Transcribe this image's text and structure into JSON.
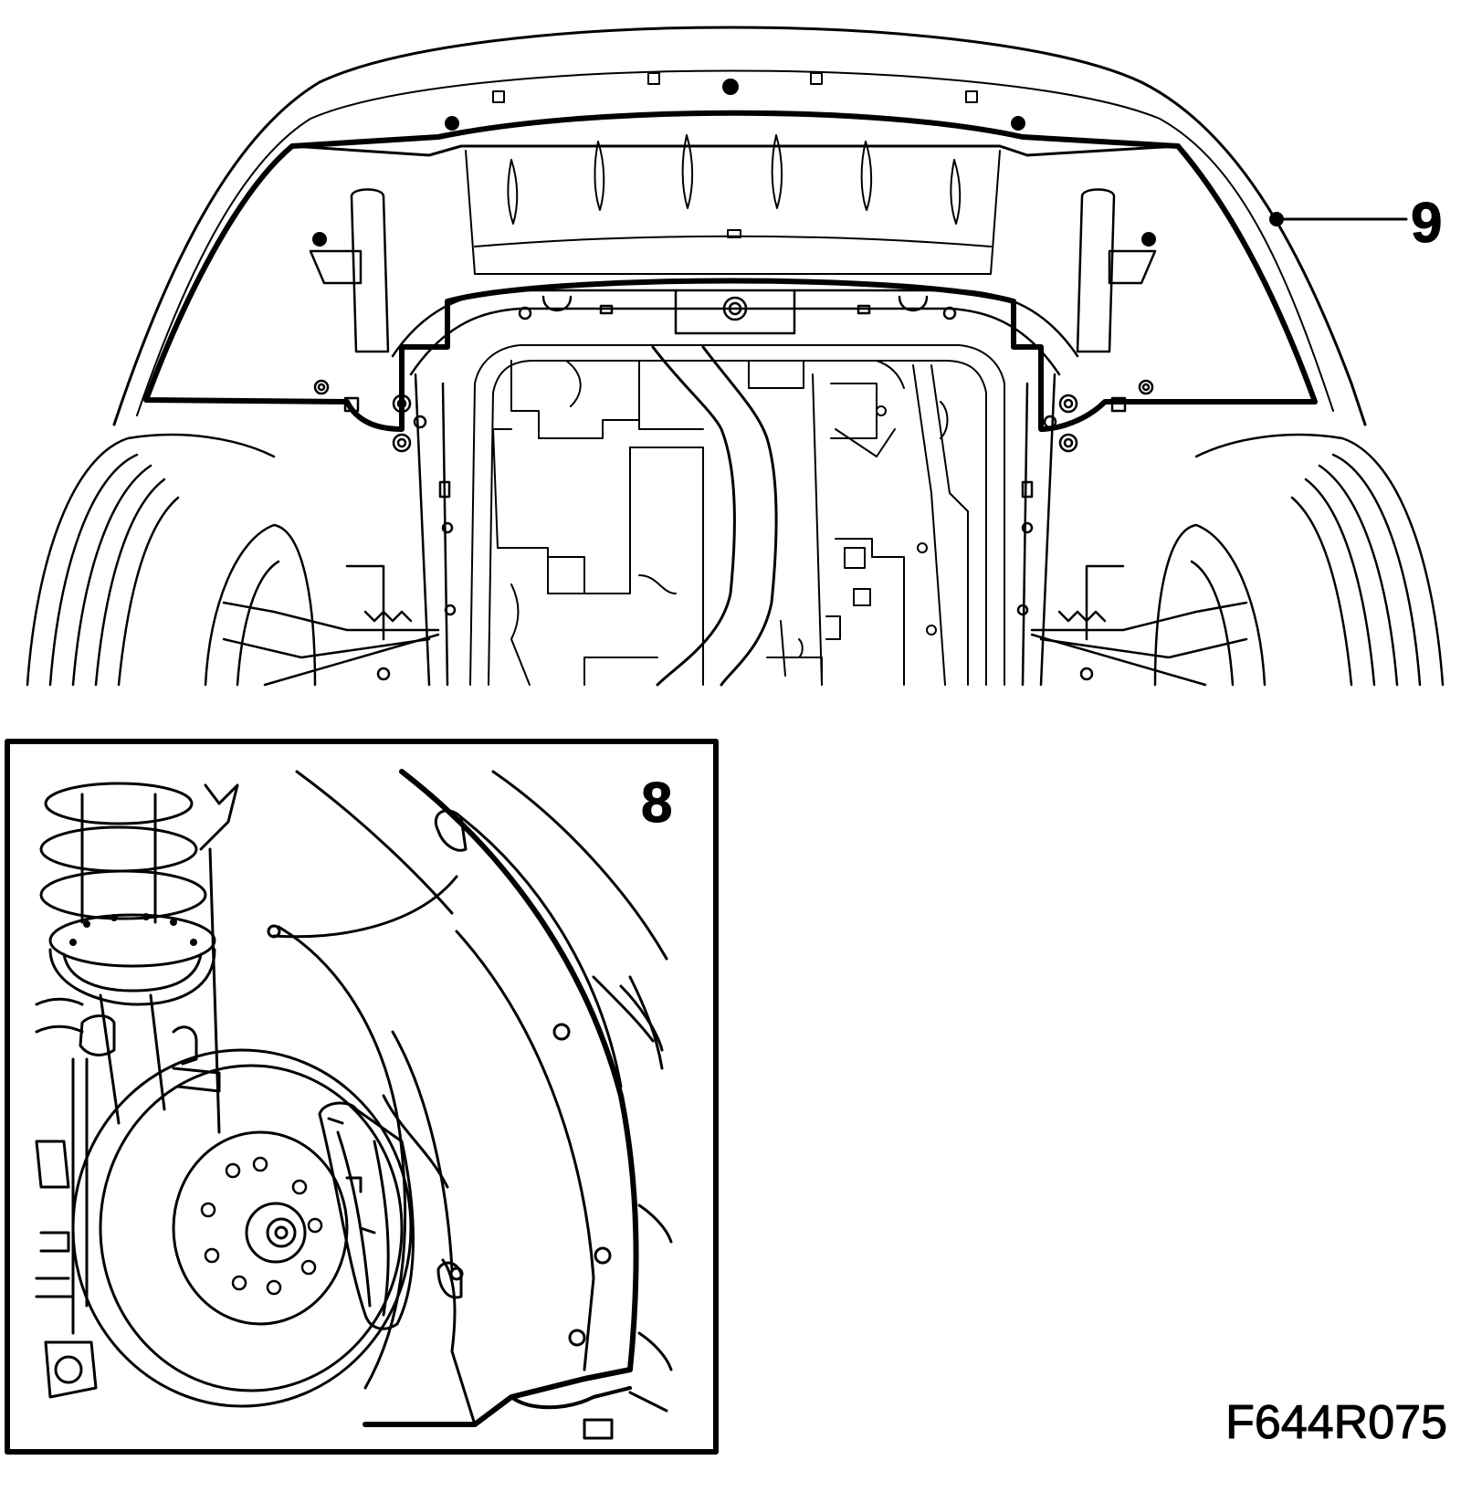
{
  "diagram": {
    "callouts": {
      "top": "9",
      "inset": "8"
    },
    "figure_code": "F644R075",
    "colors": {
      "ink": "#000000",
      "paper": "#ffffff"
    }
  }
}
